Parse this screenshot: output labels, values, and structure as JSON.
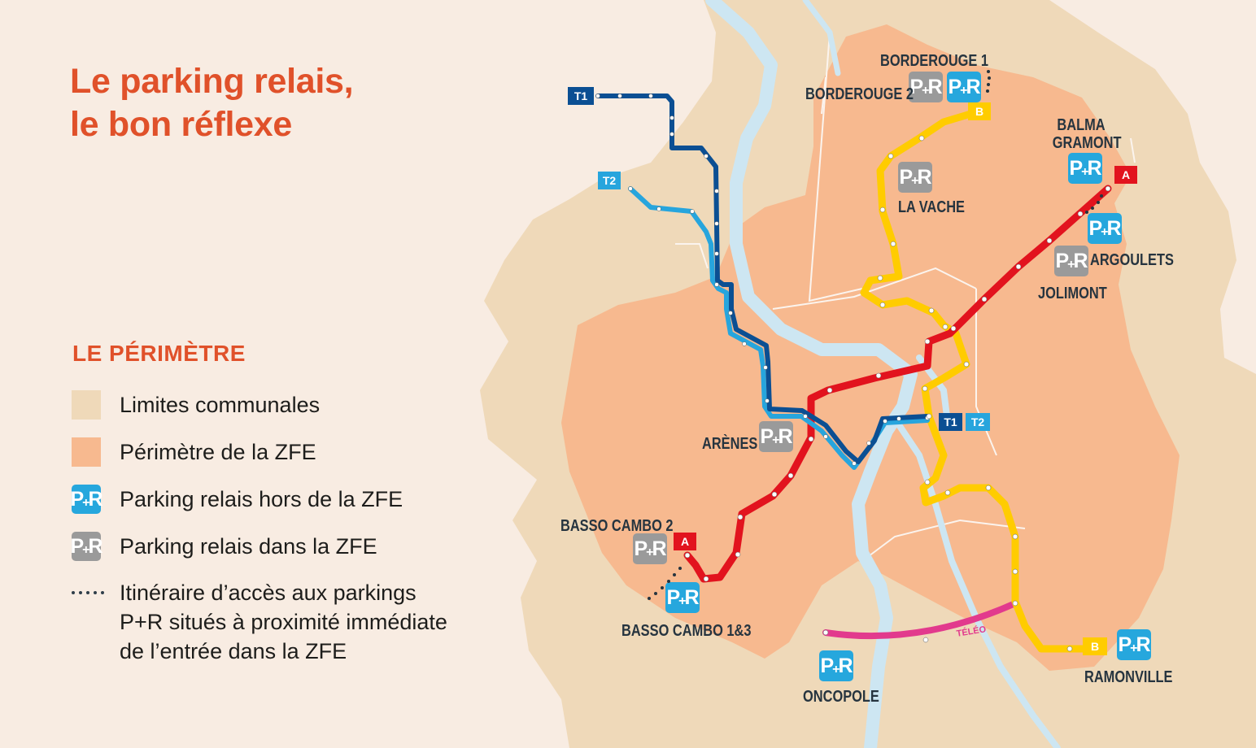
{
  "title_line1": "Le parking relais,",
  "title_line2": "le bon réflexe",
  "legend": {
    "heading": "LE PÉRIMÈTRE",
    "communes": "Limites communales",
    "zfe": "Périmètre de la ZFE",
    "pr_outside": "Parking relais hors de la ZFE",
    "pr_inside": "Parking relais dans la ZFE",
    "access_line1": "Itinéraire d’accès aux parkings",
    "access_line2": "P+R situés à proximité immédiate",
    "access_line3": "de l’entrée dans la ZFE"
  },
  "pr_glyph": {
    "p": "P",
    "plus": "+",
    "r": "R"
  },
  "lines": {
    "a": {
      "badge": "A",
      "color": "#e2131e"
    },
    "b": {
      "badge": "B",
      "color": "#ffcc00"
    },
    "t1": {
      "badge": "T1",
      "color": "#0b4f93"
    },
    "t2": {
      "badge": "T2",
      "color": "#27a5dd"
    },
    "teleo": {
      "badge": "TÉLÉO",
      "color": "#e23a8d"
    }
  },
  "colors": {
    "background": "#f8ece2",
    "communes": "#efd9b9",
    "zfe": "#f7b98f",
    "river": "#cde6f2",
    "accent": "#e0512a",
    "pr_outside": "#26a7dd",
    "pr_inside": "#9a9a9a"
  },
  "stations": {
    "borderouge1": "BORDEROUGE 1",
    "borderouge2": "BORDEROUGE 2",
    "la_vache": "LA VACHE",
    "balma1": "BALMA",
    "balma2": "GRAMONT",
    "argoulets": "ARGOULETS",
    "jolimont": "JOLIMONT",
    "arenes": "ARÈNES",
    "basso2": "BASSO CAMBO 2",
    "basso13": "BASSO CAMBO 1&3",
    "oncopole": "ONCOPOLE",
    "ramonville": "RAMONVILLE"
  }
}
